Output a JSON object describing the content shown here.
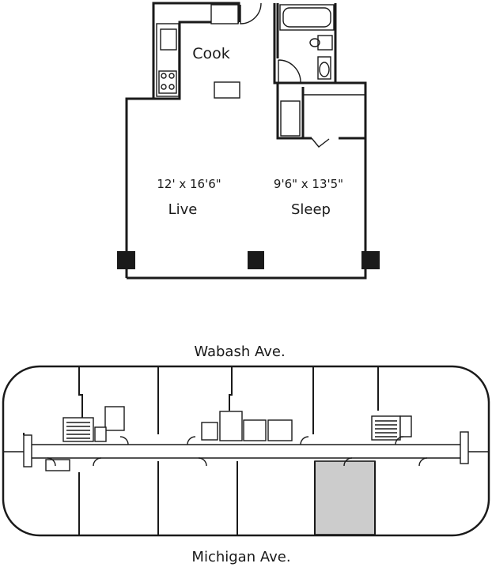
{
  "unit_plan": {
    "rooms": {
      "cook": {
        "name": "Cook"
      },
      "live": {
        "name": "Live",
        "dimensions": "12' x 16'6\""
      },
      "sleep": {
        "name": "Sleep",
        "dimensions": "9'6\" x 13'5\""
      }
    }
  },
  "building_plan": {
    "street_north": "Wabash Ave.",
    "street_south": "Michigan Ave.",
    "highlight_color": "#cccccc"
  }
}
